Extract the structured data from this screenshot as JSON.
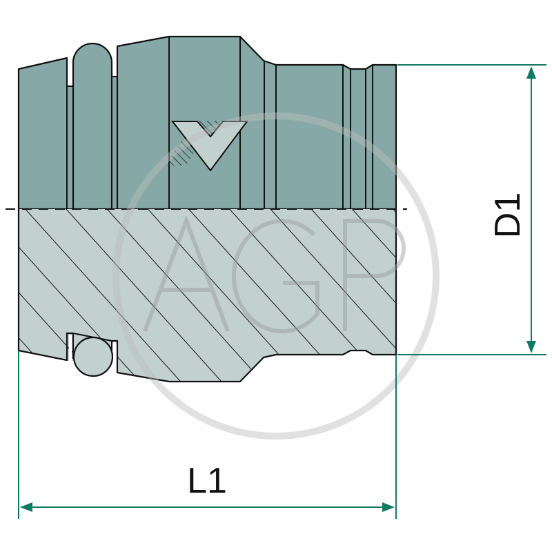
{
  "drawing": {
    "type": "technical cross-section drawing",
    "subject": "hydraulic coupling sleeve with O-ring",
    "watermark": "AGP",
    "colors": {
      "exterior_fill": "#86a9a7",
      "section_fill": "#c2d1ce",
      "outline": "#111111",
      "dimension": "#0f7a63",
      "watermark": "#d4d4d4"
    }
  },
  "dimensions": {
    "diameter_label": "D1",
    "length_label": "L1"
  }
}
